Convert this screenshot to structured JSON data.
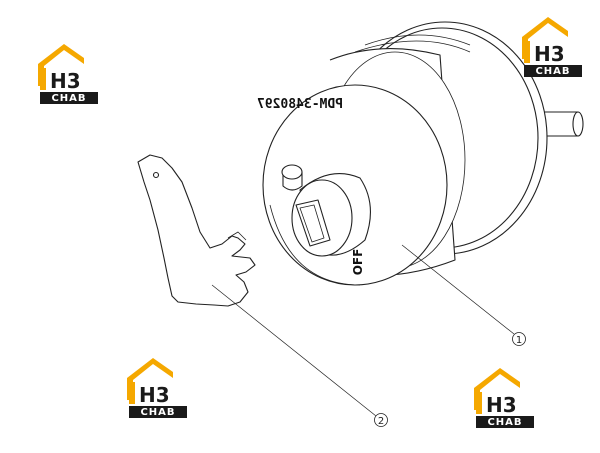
{
  "part_number": "PDM-3480297",
  "marking": "OFF",
  "callouts": [
    {
      "label": "1"
    },
    {
      "label": "2"
    }
  ],
  "watermark": {
    "letters": "H3",
    "brand": "CHAB"
  },
  "colors": {
    "logo_orange": "#f5a800",
    "logo_dark": "#1a1a1a",
    "line": "#222222"
  }
}
